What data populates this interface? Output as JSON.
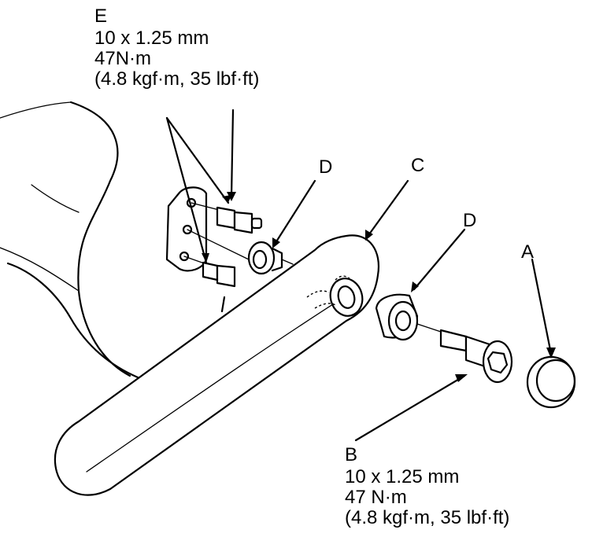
{
  "callouts": {
    "a": "A",
    "b": "B",
    "c": "C",
    "d1": "D",
    "d2": "D",
    "e": "E"
  },
  "spec_e": {
    "size": "10 x 1.25 mm",
    "torque": "47N·m",
    "alt": "(4.8 kgf·m, 35 lbf·ft)"
  },
  "spec_b": {
    "size": "10 x 1.25 mm",
    "torque": "47 N·m",
    "alt": "(4.8 kgf·m, 35 lbf·ft)"
  }
}
